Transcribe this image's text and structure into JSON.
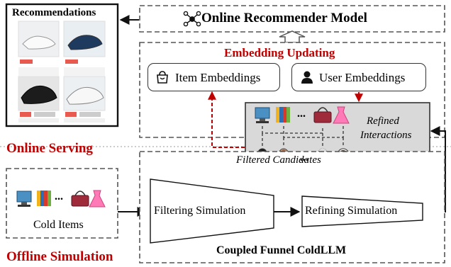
{
  "online_model": {
    "title": "Online Recommender Model",
    "icon": "network-hub-icon"
  },
  "recommendations": {
    "title": "Recommendations",
    "thumbnails": [
      "white-sneaker",
      "blue-running-shoe",
      "black-running-shoe",
      "white-court-shoe"
    ]
  },
  "online_serving": {
    "label": "Online Serving"
  },
  "embedding_updating": {
    "title": "Embedding Updating",
    "item_embeddings": {
      "label": "Item Embeddings",
      "icon": "shopping-bag-icon"
    },
    "user_embeddings": {
      "label": "User Embeddings",
      "icon": "user-icon"
    }
  },
  "refined_interactions": {
    "label_line1": "Refined",
    "label_line2": "Interactions",
    "ellipsis_items": "...",
    "ellipsis_users": "...",
    "item_icons": [
      "monitor-icon",
      "binders-icon",
      "handbag-icon",
      "dress-icon"
    ],
    "user_icons": [
      "user-man-icon",
      "user-woman-icon",
      "user-elder-icon",
      "user-child-icon"
    ]
  },
  "cold_items": {
    "label": "Cold Items",
    "ellipsis": "...",
    "item_icons": [
      "monitor-icon",
      "binders-icon",
      "handbag-icon",
      "dress-icon"
    ]
  },
  "offline_simulation": {
    "label": "Offline Simulation"
  },
  "coldllm": {
    "title": "Coupled Funnel ColdLLM",
    "filtered_candidates": "Filtered Candidates",
    "filtering_simulation": "Filtering Simulation",
    "refining_simulation": "Refining Simulation"
  },
  "colors": {
    "accent_red": "#c00000",
    "dashed_gray": "#555555",
    "refined_panel_fill": "#d9d9d9",
    "arrow_dark": "#111111"
  }
}
